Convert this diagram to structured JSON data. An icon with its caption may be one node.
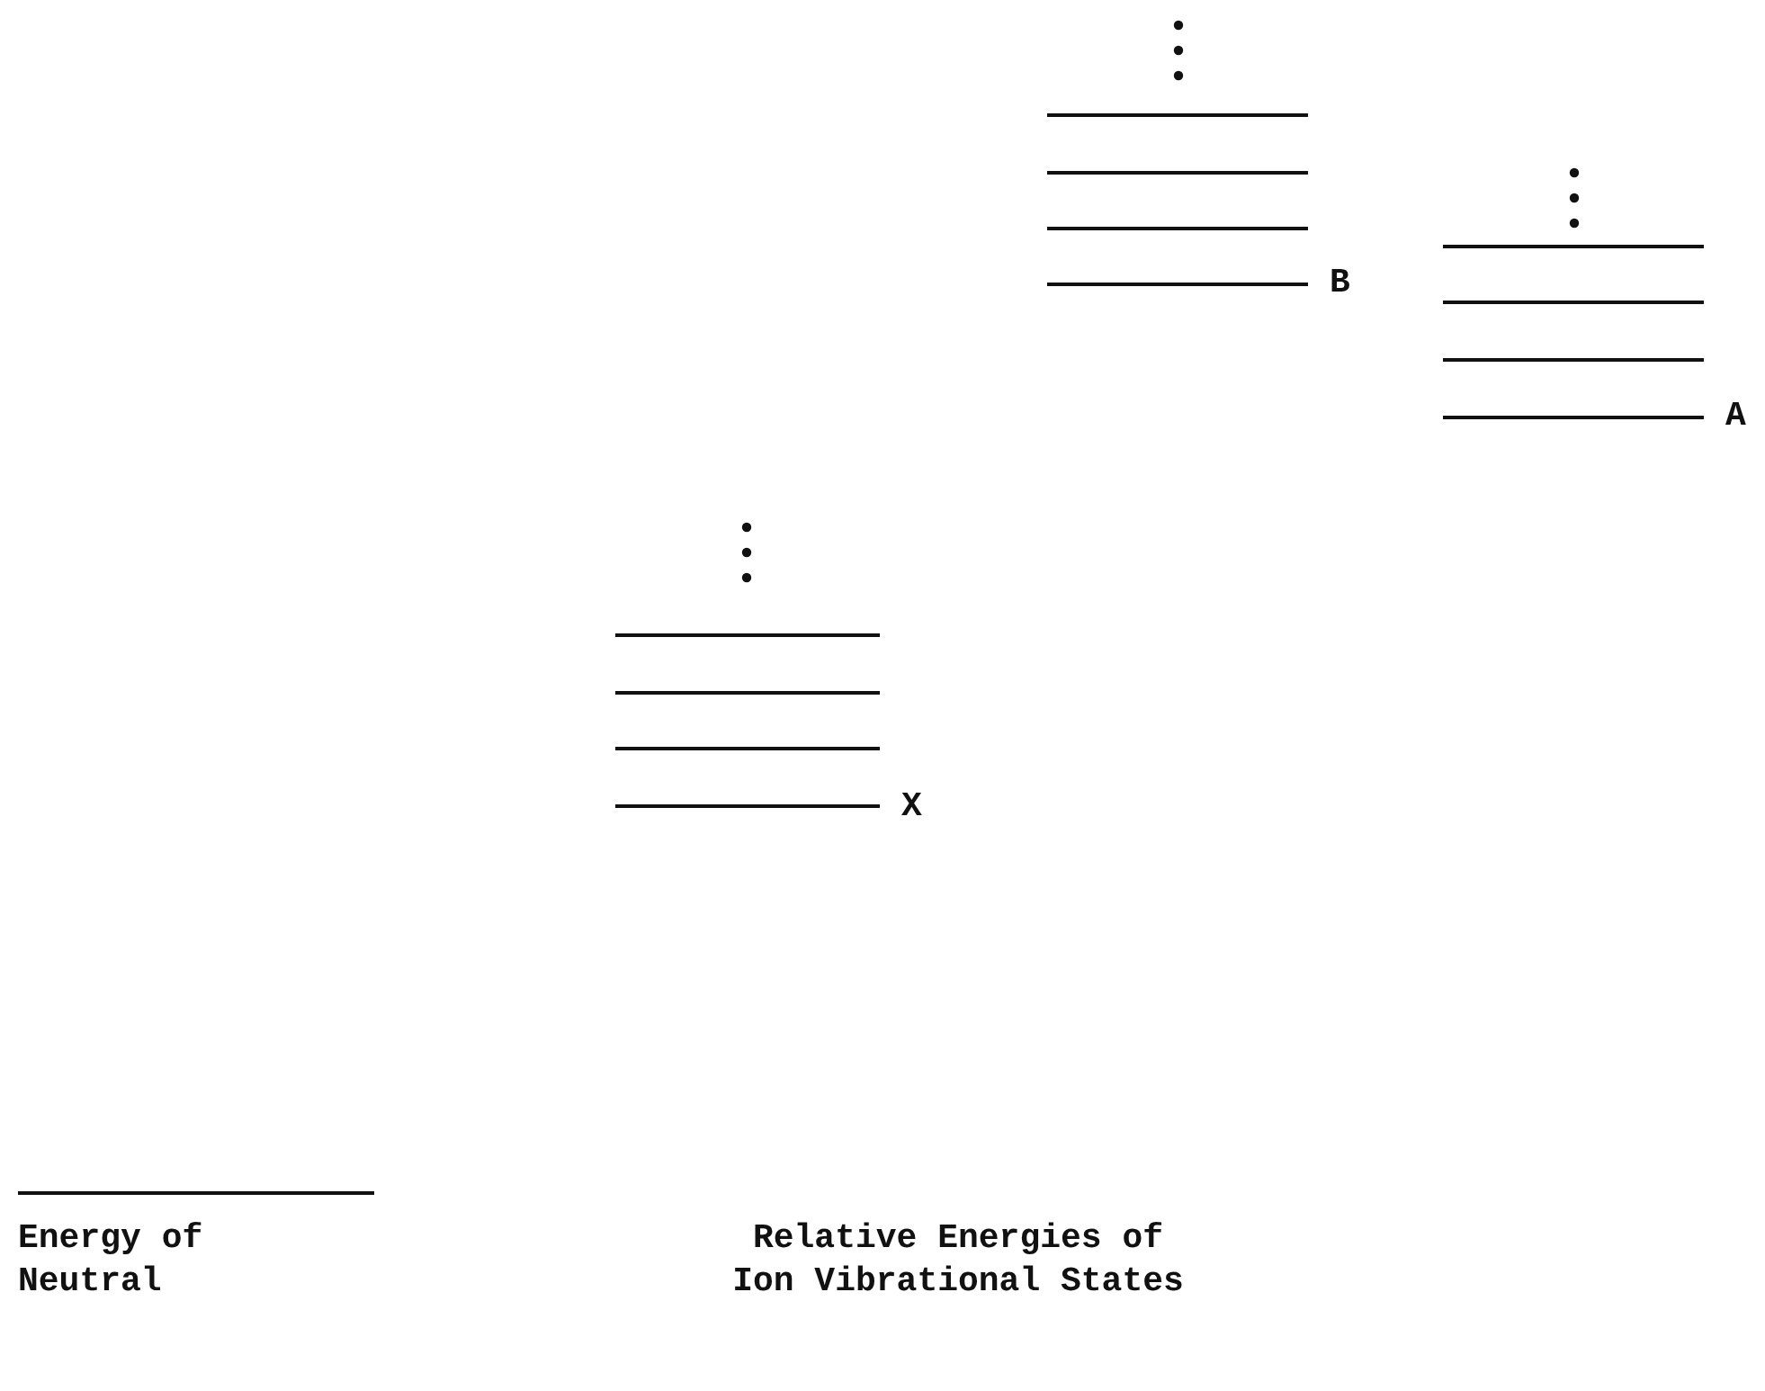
{
  "diagram": {
    "labels": [
      "B",
      "A",
      "X",
      "Energy of Neutral",
      "Relative Energies of Ion Vibrational States"
    ]
  }
}
